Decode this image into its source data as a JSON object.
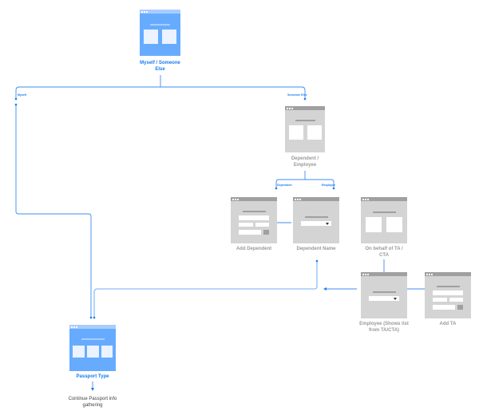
{
  "colors": {
    "primary_screen": "#67abff",
    "secondary_screen": "#d4d4d4",
    "connector": "#3d8bf5",
    "primary_label": "#1a7cf0"
  },
  "nodes": {
    "myself_someone": "Myself / Someone Else",
    "dependent_employee": "Dependent / Employee",
    "add_dependent": "Add Dependent",
    "dependent_name": "Dependent Name",
    "on_behalf": "On behalf of TA / CTA",
    "employee_list": "Employee (Shows list from TA/CTA)",
    "add_ta": "Add TA",
    "passport_type": "Passport Type",
    "continue": "Continue Passport info gathering"
  },
  "edges": {
    "myself": "Myself",
    "someone_else": "Someone Else",
    "dependent": "Dependent",
    "employee": "Employee"
  }
}
